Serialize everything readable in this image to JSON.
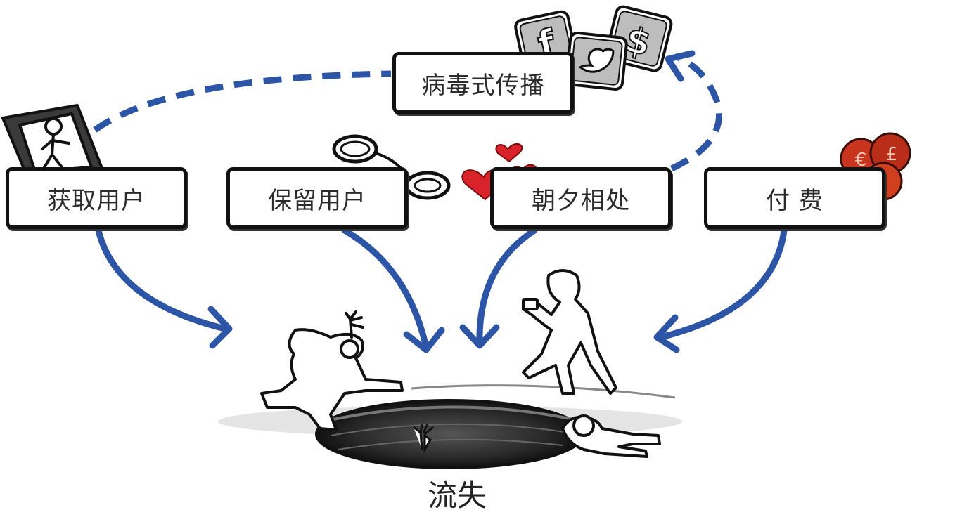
{
  "stages": {
    "acquire": "获取用户",
    "retain": "保留用户",
    "engage": "朝夕相处",
    "pay": "付 费",
    "viral": "病毒式传播"
  },
  "outcome": "流失",
  "icons": {
    "facebook_letter": "f",
    "currency_marks": [
      "€",
      "£",
      "$"
    ]
  },
  "colors": {
    "arrow": "#2d55a6",
    "box_border": "#111111",
    "heart": "#d8232a",
    "coin": "#c8341e"
  }
}
